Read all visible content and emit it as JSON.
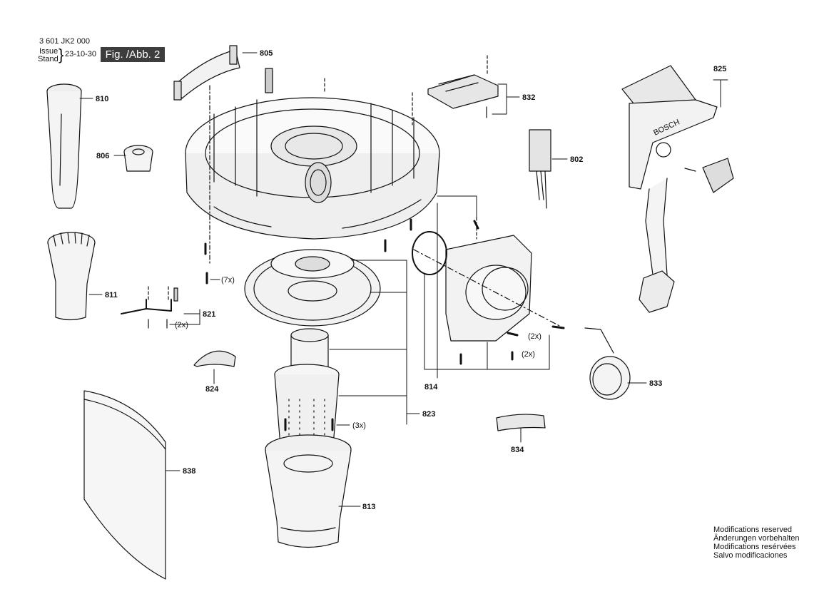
{
  "header": {
    "doc_number": "3 601 JK2 000",
    "issue": "Issue",
    "stand": "Stand",
    "date": "23-10-30",
    "figure": "Fig. /Abb. 2"
  },
  "parts": {
    "p805": "805",
    "p810": "810",
    "p806": "806",
    "p811": "811",
    "p821": "821",
    "p824": "824",
    "p838": "838",
    "p832": "832",
    "p802": "802",
    "p825": "825",
    "p814": "814",
    "p823": "823",
    "p813": "813",
    "p833": "833",
    "p834": "834"
  },
  "quantities": {
    "q7x": "(7x)",
    "q2x_821": "(2x)",
    "q2x_a": "(2x)",
    "q2x_b": "(2x)",
    "q3x": "(3x)"
  },
  "brand_mark": "BOSCH",
  "notes": {
    "line1": "Modifications reserved",
    "line2": "Änderungen vorbehalten",
    "line3": "Modifications resérvées",
    "line4": "Salvo modificaciones"
  }
}
